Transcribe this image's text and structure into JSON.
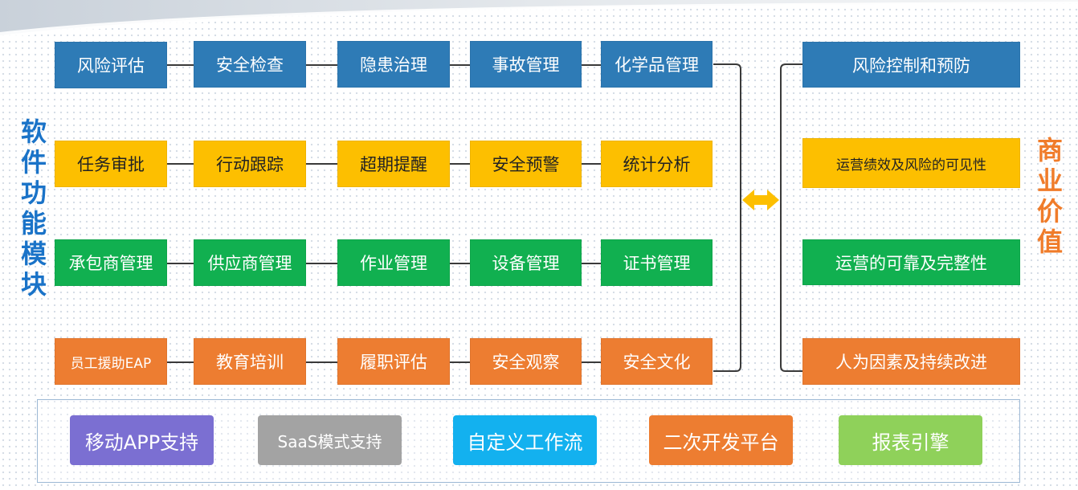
{
  "left_title": "软件功能模块",
  "right_title": "商业价值",
  "colors": {
    "blue": "#2e7bb6",
    "yellow": "#fdbf00",
    "green": "#11b050",
    "orange": "#ed7d31",
    "purple": "#7b6fd2",
    "gray": "#a3a3a3",
    "cyan": "#13b1ef",
    "lime": "#8fd15a",
    "left_title": "#1a73c8",
    "right_title": "#f07c2a",
    "arrow": "#fdbf00"
  },
  "modules": {
    "row1": [
      "风险评估",
      "安全检查",
      "隐患治理",
      "事故管理",
      "化学品管理"
    ],
    "row2": [
      "任务审批",
      "行动跟踪",
      "超期提醒",
      "安全预警",
      "统计分析"
    ],
    "row3": [
      "承包商管理",
      "供应商管理",
      "作业管理",
      "设备管理",
      "证书管理"
    ],
    "row4": [
      "员工援助EAP",
      "教育培训",
      "履职评估",
      "安全观察",
      "安全文化"
    ]
  },
  "values": [
    "风险控制和预防",
    "运营绩效及风险的可见性",
    "运营的可靠及完整性",
    "人为因素及持续改进"
  ],
  "connector_icon": "double-arrow-icon",
  "platform": [
    "移动APP支持",
    "SaaS模式支持",
    "自定义工作流",
    "二次开发平台",
    "报表引擎"
  ]
}
